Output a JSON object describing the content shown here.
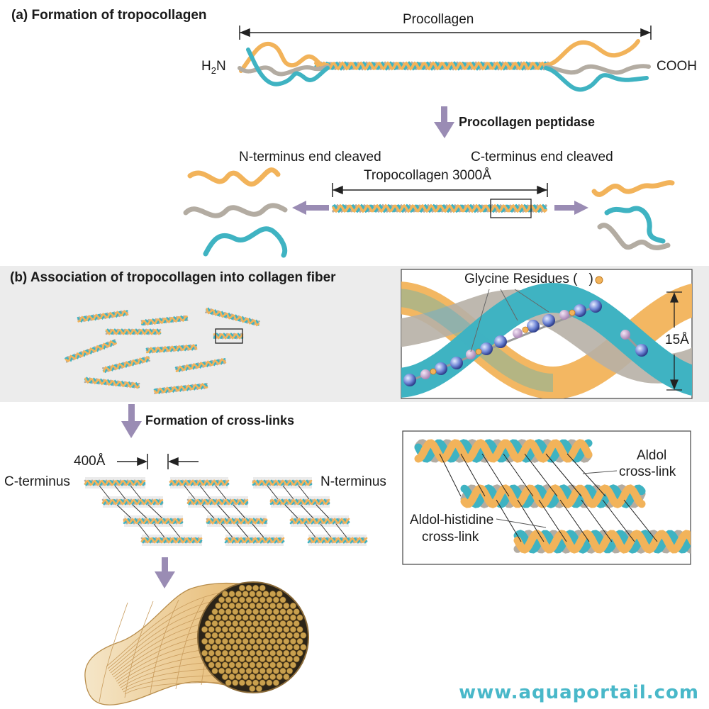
{
  "panel_a": {
    "title": "(a) Formation of tropocollagen",
    "procollagen": "Procollagen",
    "h2n_main": "H",
    "h2n_sub": "2",
    "h2n_tail": "N",
    "cooh": "COOH",
    "enzyme": "Procollagen peptidase",
    "n_cleaved": "N-terminus end cleaved",
    "c_cleaved": "C-terminus end cleaved",
    "tropocollagen": "Tropocollagen 3000Å"
  },
  "panel_b": {
    "title": "(b) Association of tropocollagen into collagen fiber",
    "glycine": "Glycine Residues (",
    "glycine_close": ")",
    "distance_15": "15Å",
    "crosslinks": "Formation of cross-links",
    "distance_400": "400Å",
    "c_terminus": "C-terminus",
    "n_terminus": "N-terminus",
    "aldol_1": "Aldol",
    "aldol_2": "cross-link",
    "aldol_his_1": "Aldol-histidine",
    "aldol_his_2": "cross-link"
  },
  "watermark": "www.aquaportail.com",
  "colors": {
    "orange": "#f2b35a",
    "teal": "#3fb3c2",
    "gray": "#b3aca2",
    "arrow": "#9a8cb4",
    "fiber": "#e9c079"
  }
}
